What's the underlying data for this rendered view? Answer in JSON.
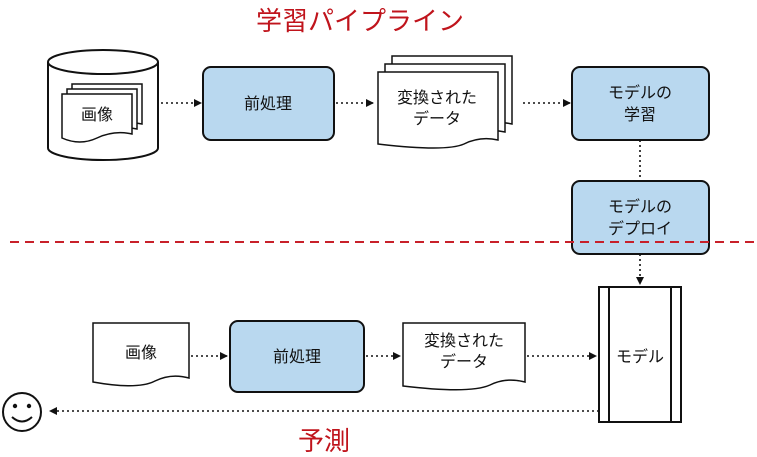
{
  "titles": {
    "training": "学習パイプライン",
    "prediction": "予測"
  },
  "training": {
    "images": "画像",
    "preprocess": "前処理",
    "transformed_line1": "変換された",
    "transformed_line2": "データ",
    "train_line1": "モデルの",
    "train_line2": "学習",
    "deploy_line1": "モデルの",
    "deploy_line2": "デプロイ"
  },
  "prediction": {
    "image": "画像",
    "preprocess": "前処理",
    "transformed_line1": "変換された",
    "transformed_line2": "データ",
    "model": "モデル"
  },
  "colors": {
    "process_fill": "#b9d8ef",
    "title_red": "#c0141c",
    "divider_red": "#c8202a"
  },
  "icons": {
    "user": "smiley-face-icon"
  }
}
